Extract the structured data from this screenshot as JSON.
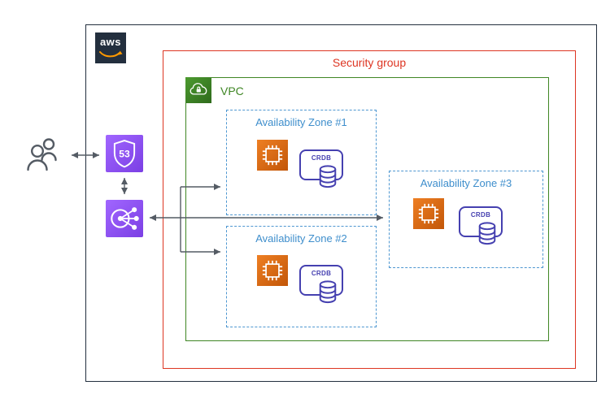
{
  "logo": {
    "text": "aws"
  },
  "security_group": {
    "label": "Security group"
  },
  "vpc": {
    "label": "VPC"
  },
  "zones": [
    {
      "label": "Availability Zone #1"
    },
    {
      "label": "Availability Zone #2"
    },
    {
      "label": "Availability Zone #3"
    }
  ],
  "crdb": {
    "label": "CRDB"
  },
  "route53": {
    "label": "53"
  },
  "colors": {
    "security_group_red": "#DD3522",
    "vpc_green": "#3F8624",
    "availability_zone_blue": "#3E8ECC",
    "compute_orange": "#D86613",
    "networking_purple": "#8C4FFF",
    "database_indigo": "#4540B0",
    "arrow_gray": "#545B64",
    "aws_dark": "#232F3E",
    "aws_orange": "#FF9900"
  }
}
